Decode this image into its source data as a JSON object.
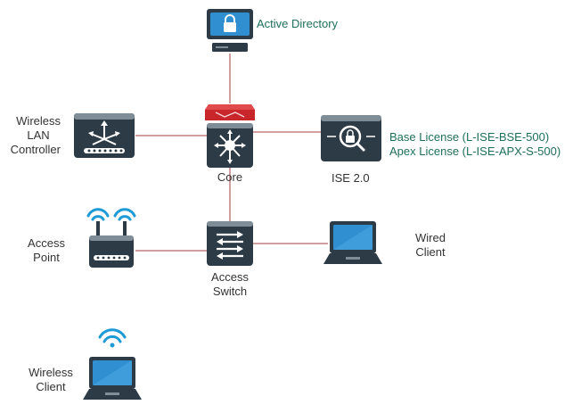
{
  "colors": {
    "link": "#a04040",
    "device_dark": "#2c3b46",
    "device_light": "#7f8d97",
    "screen_blue": "#2f8fd1",
    "firewall_red": "#c8262a",
    "text_green": "#1f6e5a",
    "text_gray": "#333333"
  },
  "nodes": {
    "active_directory": {
      "label": "Active Directory",
      "icon": "server-lock-icon"
    },
    "wlc": {
      "label_line1": "Wireless",
      "label_line2": "LAN",
      "label_line3": "Controller",
      "icon": "wireless-lan-controller-icon"
    },
    "core": {
      "label": "Core",
      "icon": "layer3-switch-icon"
    },
    "firewall": {
      "icon": "firewall-icon"
    },
    "ise": {
      "label": "ISE 2.0",
      "icon": "ise-appliance-icon",
      "license1": "Base License (L-ISE-BSE-500)",
      "license2": "Apex License  (L-ISE-APX-S-500)"
    },
    "access_point": {
      "label_line1": "Access",
      "label_line2": "Point",
      "icon": "access-point-icon"
    },
    "access_switch": {
      "label_line1": "Access",
      "label_line2": "Switch",
      "icon": "workgroup-switch-icon"
    },
    "wired_client": {
      "label_line1": "Wired",
      "label_line2": "Client",
      "icon": "laptop-icon"
    },
    "wireless_client": {
      "label_line1": "Wireless",
      "label_line2": "Client",
      "icon": "wireless-laptop-icon"
    }
  }
}
